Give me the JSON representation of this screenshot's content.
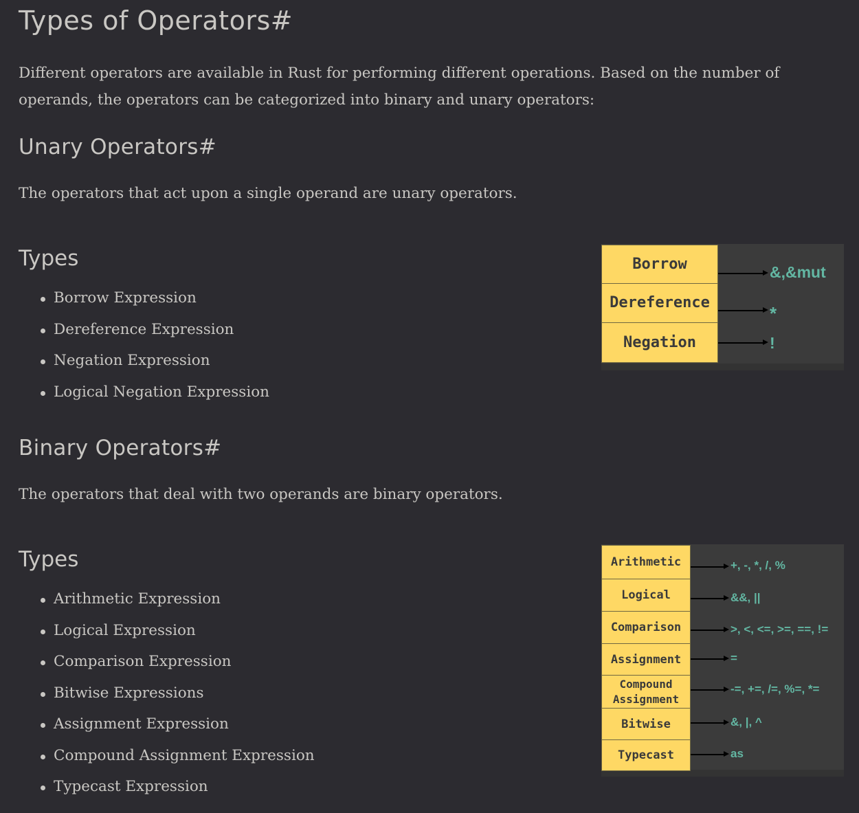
{
  "title": "Types of Operators#",
  "intro": "Different operators are available in Rust for performing different operations. Based on the number of operands, the operators can be categorized into binary and unary operators:",
  "unary": {
    "heading": "Unary Operators#",
    "description": "The operators that act upon a single operand are unary operators.",
    "types_heading": "Types",
    "types": [
      "Borrow Expression",
      "Dereference Expression",
      "Negation Expression",
      "Logical Negation Expression"
    ],
    "diagram": [
      {
        "label": "Borrow",
        "symbol": "&,&mut"
      },
      {
        "label": "Dereference",
        "symbol": "*"
      },
      {
        "label": "Negation",
        "symbol": "!"
      }
    ]
  },
  "binary": {
    "heading": "Binary Operators#",
    "description": "The operators that deal with two operands are binary operators.",
    "types_heading": "Types",
    "types": [
      "Arithmetic Expression",
      "Logical Expression",
      "Comparison Expression",
      "Bitwise Expressions",
      "Assignment Expression",
      "Compound Assignment Expression",
      "Typecast Expression"
    ],
    "diagram": [
      {
        "label": "Arithmetic",
        "symbol": "+, -, *, /, %"
      },
      {
        "label": "Logical",
        "symbol": "&&, ||"
      },
      {
        "label": "Comparison",
        "symbol": ">, <, <=, >=, ==, !="
      },
      {
        "label": "Assignment",
        "symbol": "="
      },
      {
        "label": "Compound\nAssignment",
        "symbol": "-=, +=, /=, %=, *="
      },
      {
        "label": "Bitwise",
        "symbol": "&, |, ^"
      },
      {
        "label": "Typecast",
        "symbol": "as"
      }
    ]
  },
  "colors": {
    "background": "#2c2b30",
    "text": "#c9c7c3",
    "box_fill": "#fed864",
    "symbol": "#63b7a3"
  }
}
